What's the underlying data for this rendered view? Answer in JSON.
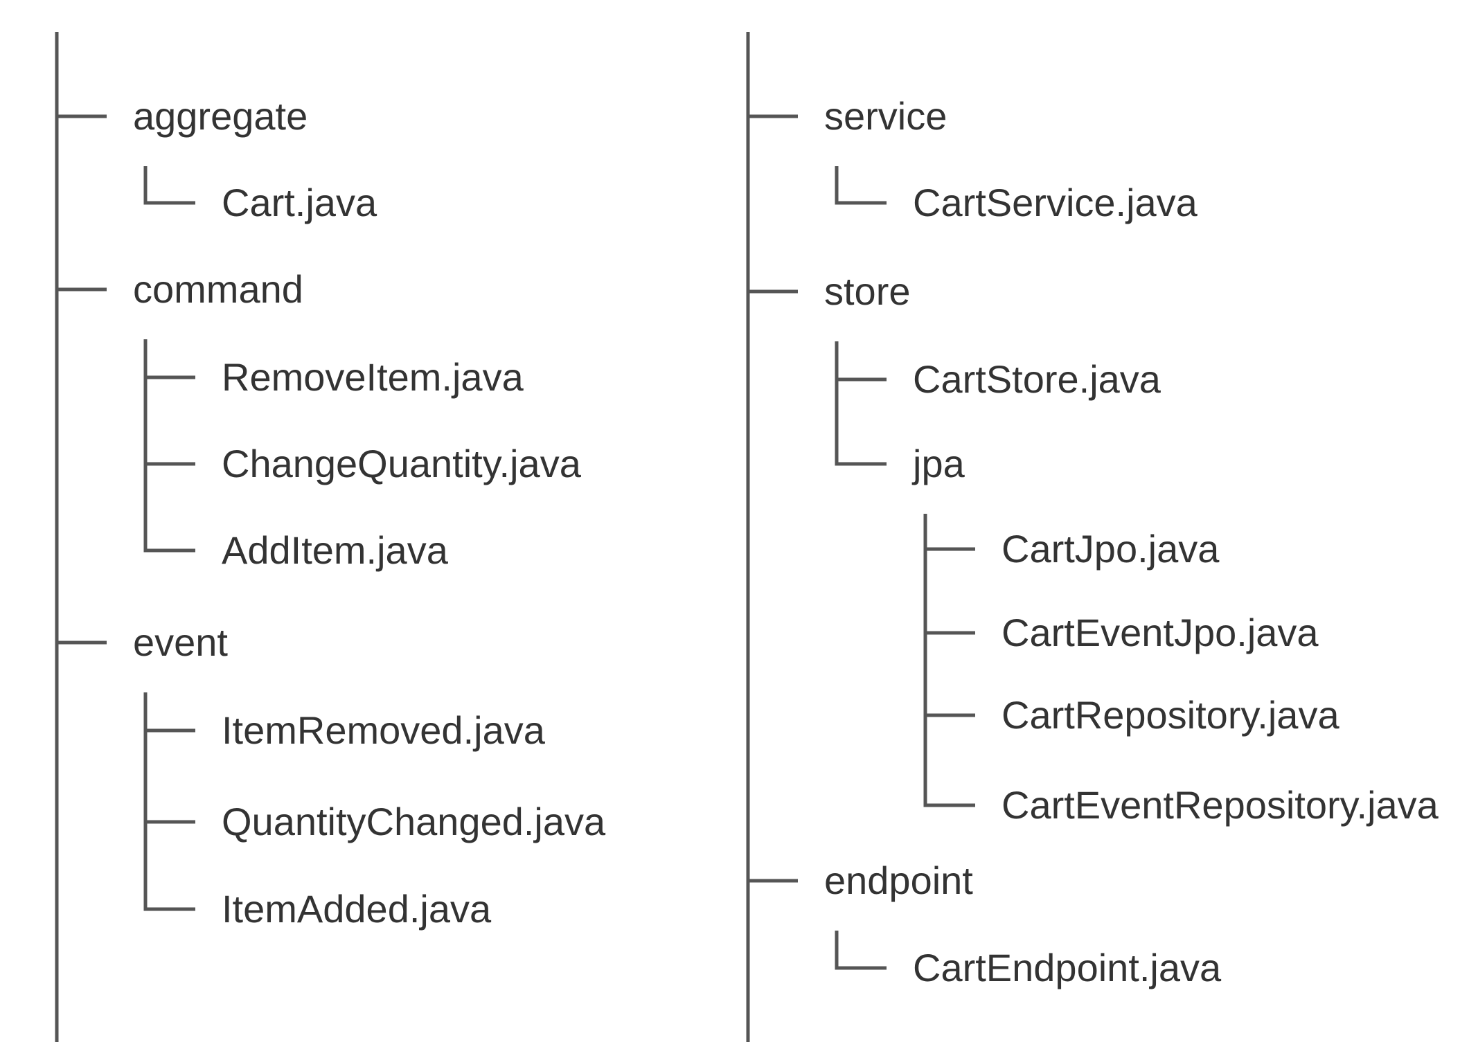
{
  "colors": {
    "line": "#555555",
    "text": "#333333",
    "background": "#ffffff"
  },
  "columns": [
    {
      "id": "left",
      "nodes": [
        {
          "label": "aggregate",
          "kind": "folder",
          "children": [
            {
              "label": "Cart.java",
              "kind": "file"
            }
          ]
        },
        {
          "label": "command",
          "kind": "folder",
          "children": [
            {
              "label": "RemoveItem.java",
              "kind": "file"
            },
            {
              "label": "ChangeQuantity.java",
              "kind": "file"
            },
            {
              "label": "AddItem.java",
              "kind": "file"
            }
          ]
        },
        {
          "label": "event",
          "kind": "folder",
          "children": [
            {
              "label": "ItemRemoved.java",
              "kind": "file"
            },
            {
              "label": "QuantityChanged.java",
              "kind": "file"
            },
            {
              "label": "ItemAdded.java",
              "kind": "file"
            }
          ]
        }
      ]
    },
    {
      "id": "right",
      "nodes": [
        {
          "label": "service",
          "kind": "folder",
          "children": [
            {
              "label": "CartService.java",
              "kind": "file"
            }
          ]
        },
        {
          "label": "store",
          "kind": "folder",
          "children": [
            {
              "label": "CartStore.java",
              "kind": "file"
            },
            {
              "label": "jpa",
              "kind": "folder",
              "children": [
                {
                  "label": "CartJpo.java",
                  "kind": "file"
                },
                {
                  "label": "CartEventJpo.java",
                  "kind": "file"
                },
                {
                  "label": "CartRepository.java",
                  "kind": "file"
                },
                {
                  "label": "CartEventRepository.java",
                  "kind": "file"
                }
              ]
            }
          ]
        },
        {
          "label": "endpoint",
          "kind": "folder",
          "children": [
            {
              "label": "CartEndpoint.java",
              "kind": "file"
            }
          ]
        }
      ]
    }
  ]
}
